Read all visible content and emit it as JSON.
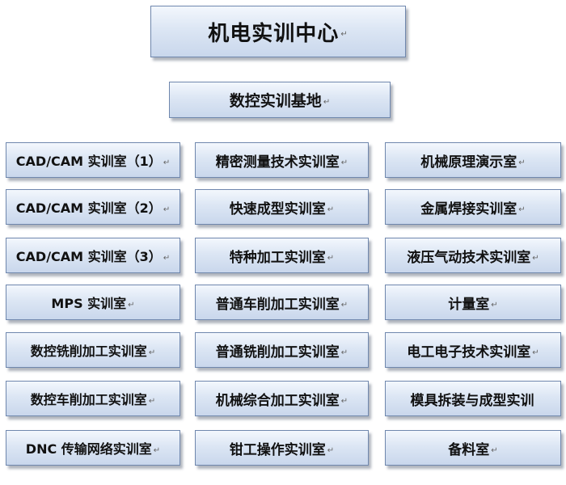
{
  "title": {
    "label": "机电实训中心",
    "mark": "↵"
  },
  "base": {
    "label": "数控实训基地",
    "mark": "↵"
  },
  "rooms": [
    [
      {
        "label": "CAD/CAM 实训室（1）",
        "mark": "↵"
      },
      {
        "label": "精密测量技术实训室",
        "mark": "↵"
      },
      {
        "label": "机械原理演示室",
        "mark": "↵"
      }
    ],
    [
      {
        "label": "CAD/CAM 实训室（2）",
        "mark": "↵"
      },
      {
        "label": "快速成型实训室",
        "mark": "↵"
      },
      {
        "label": "金属焊接实训室",
        "mark": "↵"
      }
    ],
    [
      {
        "label": "CAD/CAM 实训室（3）",
        "mark": "↵"
      },
      {
        "label": "特种加工实训室",
        "mark": "↵"
      },
      {
        "label": "液压气动技术实训室",
        "mark": "↵"
      }
    ],
    [
      {
        "label": "MPS 实训室",
        "mark": "↵"
      },
      {
        "label": "普通车削加工实训室",
        "mark": "↵"
      },
      {
        "label": "计量室",
        "mark": "↵"
      }
    ],
    [
      {
        "label": "数控铣削加工实训室",
        "mark": "↵"
      },
      {
        "label": "普通铣削加工实训室",
        "mark": "↵"
      },
      {
        "label": "电工电子技术实训室",
        "mark": "↵"
      }
    ],
    [
      {
        "label": "数控车削加工实训室",
        "mark": "↵"
      },
      {
        "label": "机械综合加工实训室",
        "mark": "↵"
      },
      {
        "label": "模具拆装与成型实训",
        "mark": ""
      }
    ],
    [
      {
        "label": "DNC 传输网络实训室",
        "mark": "↵"
      },
      {
        "label": "钳工操作实训室",
        "mark": "↵"
      },
      {
        "label": "备料室",
        "mark": "↵"
      }
    ]
  ]
}
